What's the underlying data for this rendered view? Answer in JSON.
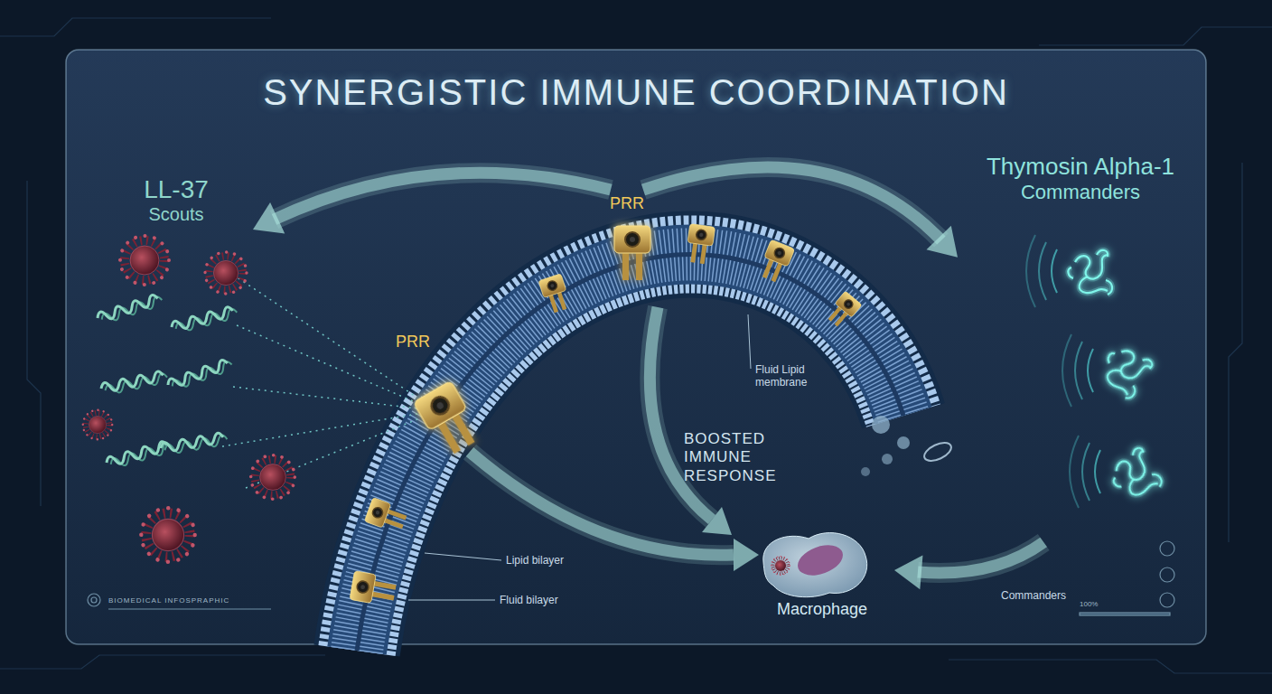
{
  "diagram": {
    "title": "SYNERGISTIC IMMUNE COORDINATION",
    "nodes": [
      {
        "text": [
          "LL-37",
          "Scouts"
        ]
      },
      {
        "text": [
          "Thymosin Alpha-1",
          "Commanders"
        ]
      },
      {
        "text": [
          "PRR"
        ]
      },
      {
        "text": [
          "Macrophage"
        ]
      }
    ],
    "edges": [
      {
        "from": 2,
        "to": 0,
        "arrow": "to"
      },
      {
        "from": 2,
        "to": 1,
        "arrow": "to"
      },
      {
        "from": 1,
        "to": 3,
        "arrow": "to"
      }
    ],
    "labels": [
      "PRR",
      "Fluid Lipid membrane",
      "BOOSTED IMMUNE RESPONSE",
      "Lipid bilayer",
      "Fluid bilayer",
      "Commanders",
      "BIOMEDICAL INFOSPRAPHIC",
      "100%"
    ]
  }
}
